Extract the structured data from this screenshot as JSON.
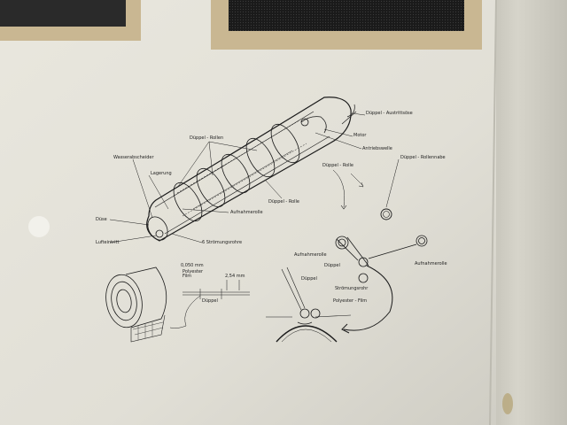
{
  "scene": {
    "subject": "wall-mounted technical diagram of a chaff dispenser",
    "colors": {
      "wall": "#e6e4da",
      "wall_right": "#cfcdc3",
      "frame_mat": "#c9b792",
      "frame_dark": "#1b1b1b",
      "ink": "#1c1c1c"
    }
  },
  "labels": {
    "dueppel_austritt": "Düppel - Austrittsöse",
    "motor": "Motor",
    "antriebswelle": "Antriebswelle",
    "dueppel_rolle_top": "Düppel - Rolle",
    "dueppel_rollennabe": "Düppel - Rollennabe",
    "dueppel_rollen": "Düppel - Rollen",
    "wasserabscheider": "Wasserabscheider",
    "lagerung": "Lagerung",
    "duese": "Düse",
    "lufteintritt": "Lufteintritt",
    "aufnahmerolle": "Aufnahmerolle",
    "stroemungsrohre": "6  Strömungsrohre",
    "dueppel_rolle_mid": "Düppel - Rolle",
    "film_thickness": "0,050  mm",
    "polyester_film": "Polyester\nFilm",
    "strip_width": "2,54  mm",
    "dueppel_film": "Düppel",
    "aufnahmerolle_2": "Aufnahmerolle",
    "dueppel_2": "Düppel",
    "aufnahmerolle_3": "Aufnahmerolle",
    "dueppel_3": "Düppel",
    "stroemungsrohr": "Strömungsrohr",
    "polyester_film_2": "Polyester - Film"
  }
}
